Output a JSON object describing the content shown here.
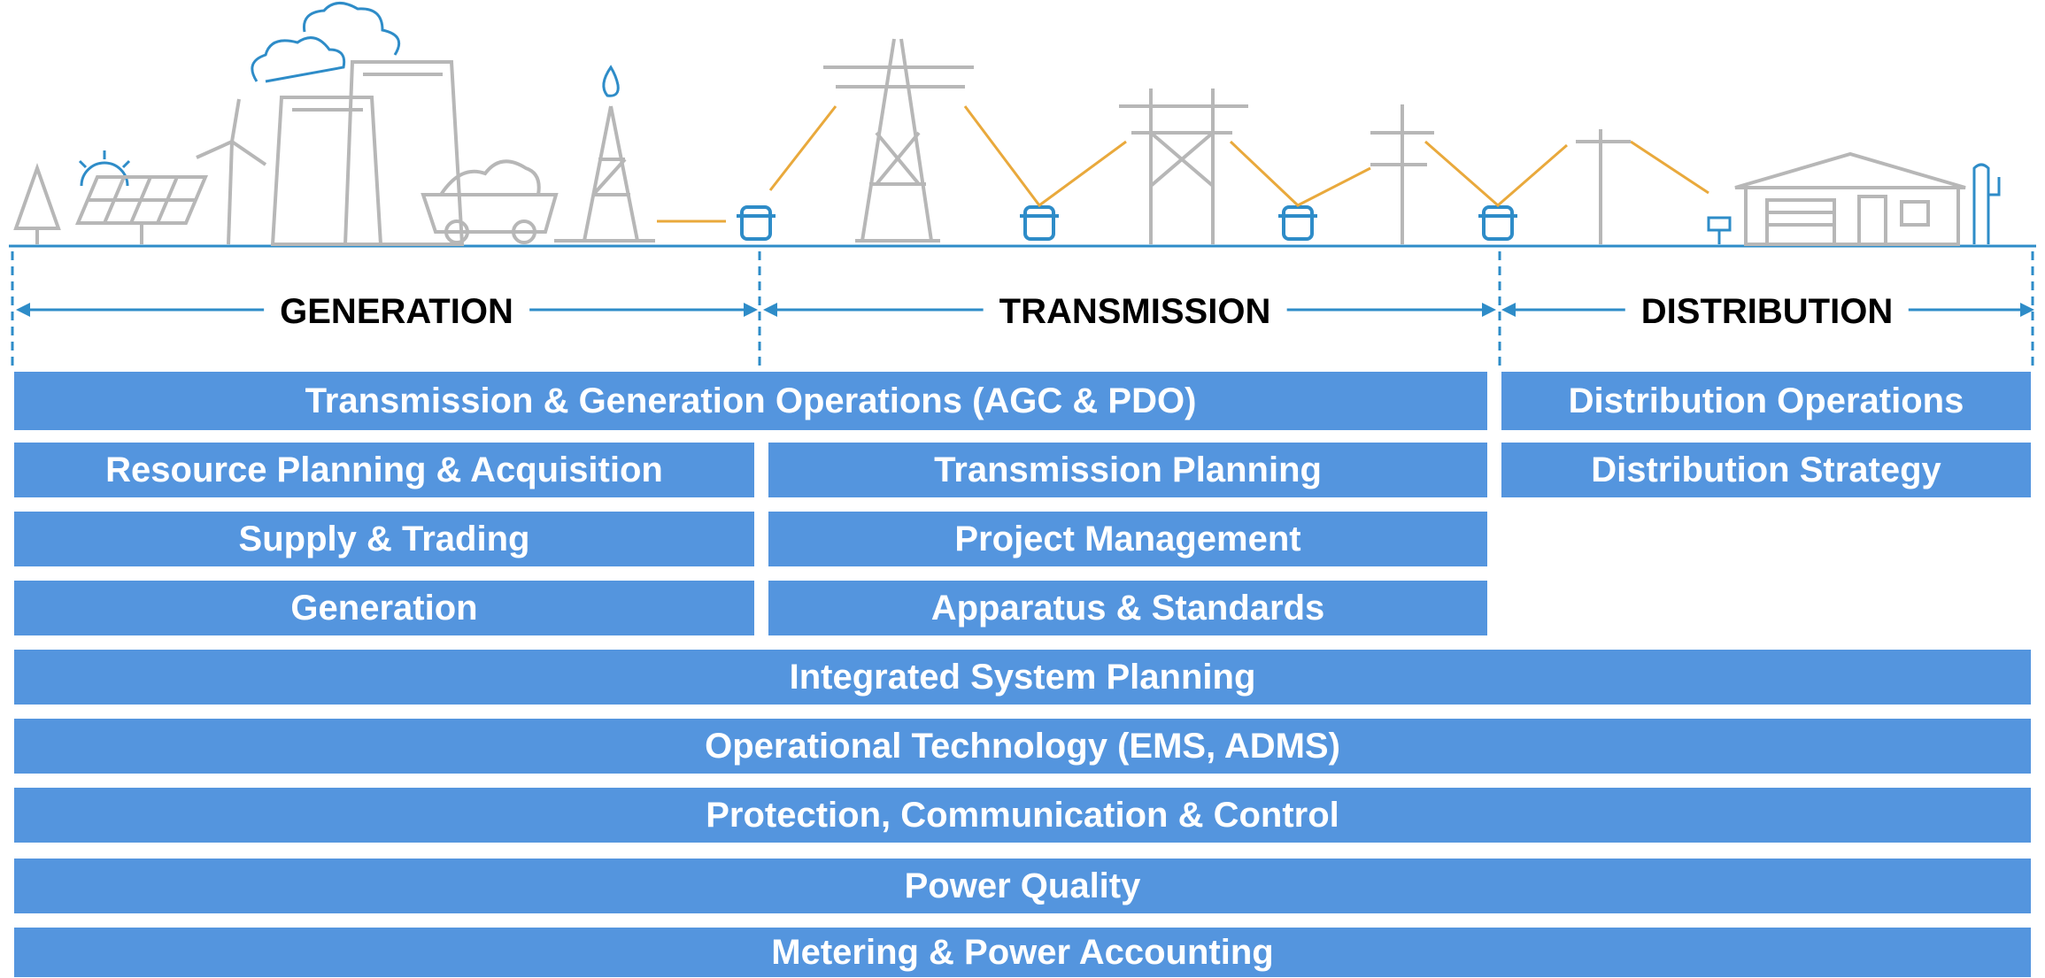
{
  "sections": {
    "generation": "GENERATION",
    "transmission": "TRANSMISSION",
    "distribution": "DISTRIBUTION"
  },
  "bars": {
    "tgo": "Transmission & Generation Operations (AGC & PDO)",
    "distribution_operations": "Distribution Operations",
    "resource_planning": "Resource Planning & Acquisition",
    "transmission_planning": "Transmission Planning",
    "distribution_strategy": "Distribution Strategy",
    "supply_trading": "Supply & Trading",
    "project_management": "Project Management",
    "generation": "Generation",
    "apparatus_standards": "Apparatus & Standards",
    "integrated_system_planning": "Integrated System Planning",
    "operational_technology": "Operational Technology (EMS, ADMS)",
    "protection_communication": "Protection, Communication & Control",
    "power_quality": "Power Quality",
    "metering": "Metering & Power Accounting"
  },
  "colors": {
    "bar_fill": "#5495de",
    "line_art": "#b7b7b7",
    "accent_blue": "#2e8cc8",
    "wire_orange": "#e9a93c"
  }
}
